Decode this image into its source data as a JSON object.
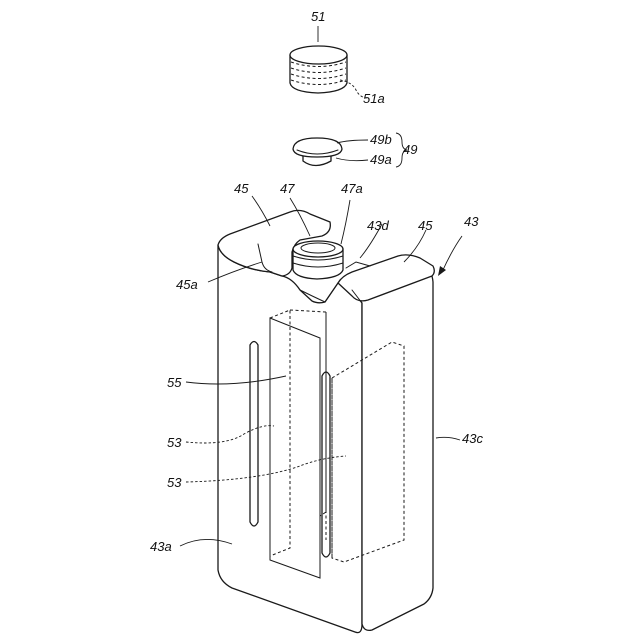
{
  "labels": {
    "cap": "51",
    "cap_band": "51a",
    "plug_top": "49b",
    "plug_bottom": "49a",
    "plug": "49",
    "handle_left": "45",
    "spout": "47",
    "spout_rim": "47a",
    "groove": "43d",
    "handle_right": "45",
    "container": "43",
    "handle_face": "45a",
    "window_strip": "55",
    "label_upper": "53",
    "label_lower": "53",
    "side_face": "43c",
    "front_face": "43a"
  }
}
